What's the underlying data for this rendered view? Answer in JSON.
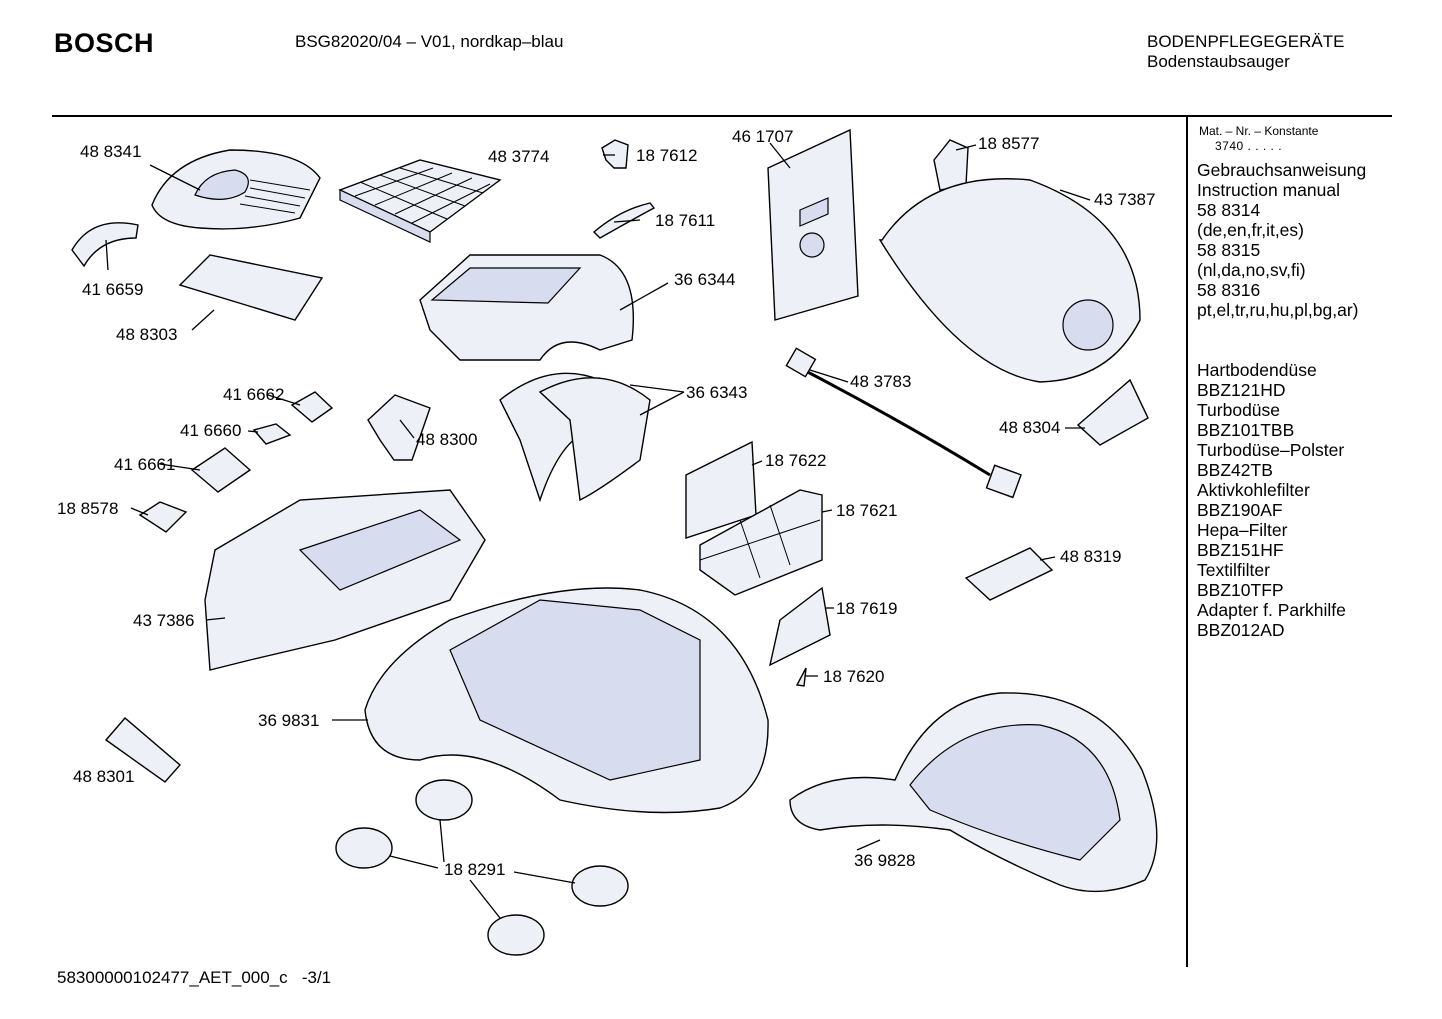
{
  "header": {
    "brand": "BOSCH",
    "model": "BSG82020/04  – V01, nordkap–blau",
    "category": "BODENPFLEGEGERÄTE",
    "subcategory": "Bodenstaubsauger"
  },
  "sidebar": {
    "mat_label": "Mat. – Nr. – Konstante",
    "mat_value": "3740  .  .  .  .  .",
    "lines_a": [
      "Gebrauchsanweisung",
      "Instruction manual",
      "58 8314",
      "(de,en,fr,it,es)",
      "58 8315",
      "(nl,da,no,sv,fi)",
      "58 8316",
      "pt,el,tr,ru,hu,pl,bg,ar)"
    ],
    "lines_b": [
      "Hartbodendüse",
      "BBZ121HD",
      "Turbodüse",
      "BBZ101TBB",
      "Turbodüse–Polster",
      "BBZ42TB",
      "Aktivkohlefilter",
      "BBZ190AF",
      "Hepa–Filter",
      "BBZ151HF",
      "Textilfilter",
      "BBZ10TFP",
      "Adapter f. Parkhilfe",
      "BBZ012AD"
    ]
  },
  "parts": [
    "48 8341",
    "41 6659",
    "48 8303",
    "48 3774",
    "18 7612",
    "18 7611",
    "36 6344",
    "46 1707",
    "18 8577",
    "43 7387",
    "36 6343",
    "48 3783",
    "48 8304",
    "41 6662",
    "41 6660",
    "48 8300",
    "41 6661",
    "18 8578",
    "18 7622",
    "18 7621",
    "48 8319",
    "43 7386",
    "18 7619",
    "18 7620",
    "36 9831",
    "48 8301",
    "18 8291",
    "36 9828"
  ],
  "footer": {
    "doc_id": "58300000102477_AET_000_c",
    "page": "-3/1"
  }
}
